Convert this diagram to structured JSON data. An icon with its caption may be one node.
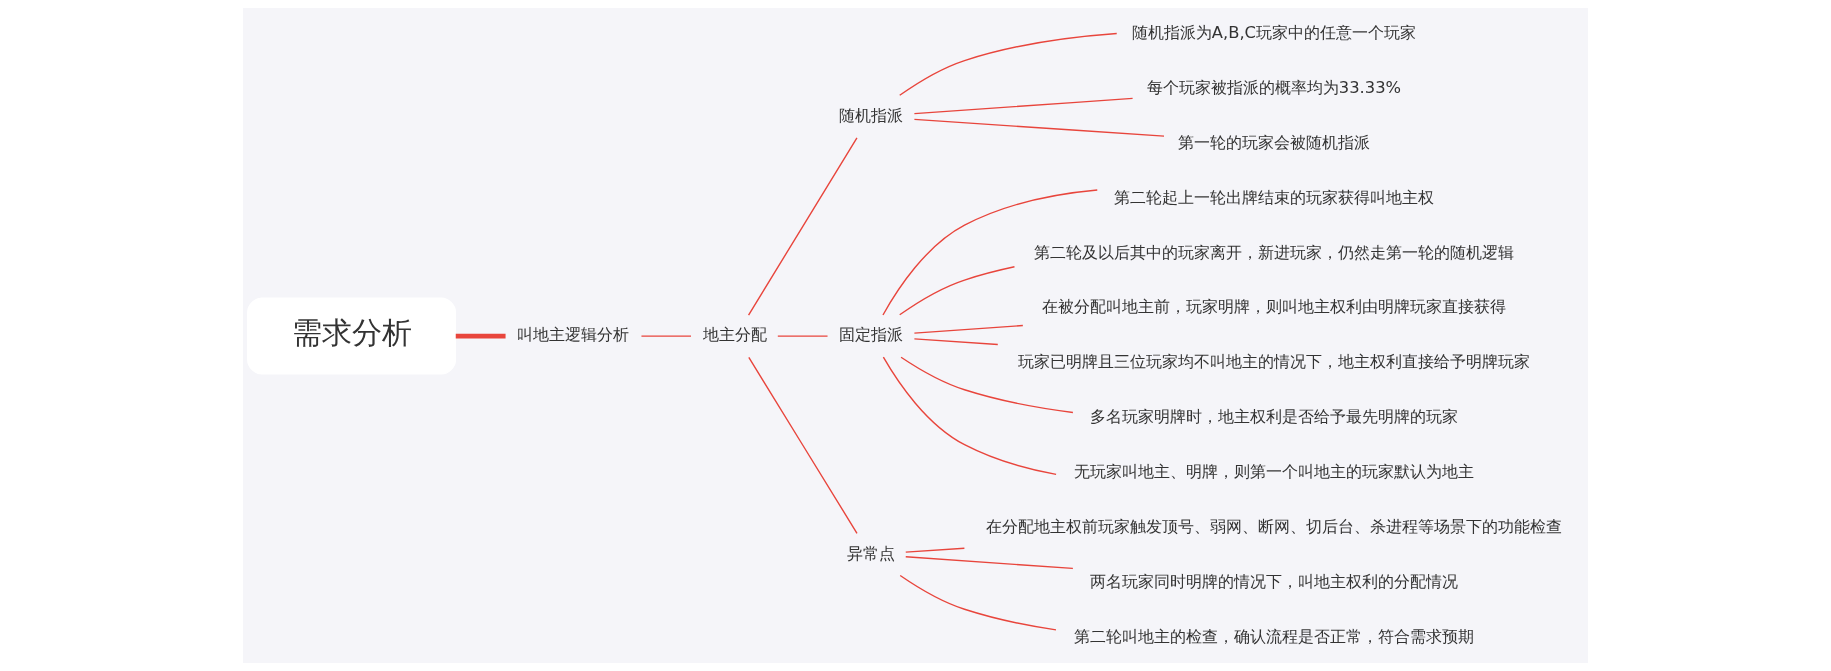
{
  "diagram": {
    "nodes": [
      {
        "text": [
          "需求分析"
        ]
      },
      {
        "text": [
          "叫地主逻辑分析"
        ]
      },
      {
        "text": [
          "地主分配"
        ]
      },
      {
        "text": [
          "随机指派"
        ]
      },
      {
        "text": [
          "随机指派为A,B,C玩家中的任意一个玩家"
        ]
      },
      {
        "text": [
          "每个玩家被指派的概率均为33.33%"
        ]
      },
      {
        "text": [
          "第一轮的玩家会被随机指派"
        ]
      },
      {
        "text": [
          "固定指派"
        ]
      },
      {
        "text": [
          "第二轮起上一轮出牌结束的玩家获得叫地主权"
        ]
      },
      {
        "text": [
          "第二轮及以后其中的玩家离开，新进玩家，仍然走第一轮的随机逻辑"
        ]
      },
      {
        "text": [
          "在被分配叫地主前，玩家明牌，则叫地主权利由明牌玩家直接获得"
        ]
      },
      {
        "text": [
          "玩家已明牌且三位玩家均不叫地主的情况下，地主权利直接给予明牌玩家"
        ]
      },
      {
        "text": [
          "多名玩家明牌时，地主权利是否给予最先明牌的玩家"
        ]
      },
      {
        "text": [
          "无玩家叫地主、明牌，则第一个叫地主的玩家默认为地主"
        ]
      },
      {
        "text": [
          "异常点"
        ]
      },
      {
        "text": [
          "在分配地主权前玩家触发顶号、弱网、断网、切后台、杀进程等场景下的功能检查"
        ]
      },
      {
        "text": [
          "两名玩家同时明牌的情况下，叫地主权利的分配情况"
        ]
      },
      {
        "text": [
          "第二轮叫地主的检查，确认流程是否正常，符合需求预期"
        ]
      }
    ],
    "edges": [
      {
        "from": 0,
        "to": 1,
        "arrow": "none",
        "style": "thick"
      },
      {
        "from": 1,
        "to": 2,
        "arrow": "none"
      },
      {
        "from": 2,
        "to": 3,
        "arrow": "none"
      },
      {
        "from": 3,
        "to": 4,
        "arrow": "none"
      },
      {
        "from": 3,
        "to": 5,
        "arrow": "none"
      },
      {
        "from": 3,
        "to": 6,
        "arrow": "none"
      },
      {
        "from": 2,
        "to": 7,
        "arrow": "none"
      },
      {
        "from": 7,
        "to": 8,
        "arrow": "none"
      },
      {
        "from": 7,
        "to": 9,
        "arrow": "none"
      },
      {
        "from": 7,
        "to": 10,
        "arrow": "none"
      },
      {
        "from": 7,
        "to": 11,
        "arrow": "none"
      },
      {
        "from": 7,
        "to": 12,
        "arrow": "none"
      },
      {
        "from": 7,
        "to": 13,
        "arrow": "none"
      },
      {
        "from": 2,
        "to": 14,
        "arrow": "none"
      },
      {
        "from": 14,
        "to": 15,
        "arrow": "none"
      },
      {
        "from": 14,
        "to": 16,
        "arrow": "none"
      },
      {
        "from": 14,
        "to": 17,
        "arrow": "none"
      }
    ]
  }
}
